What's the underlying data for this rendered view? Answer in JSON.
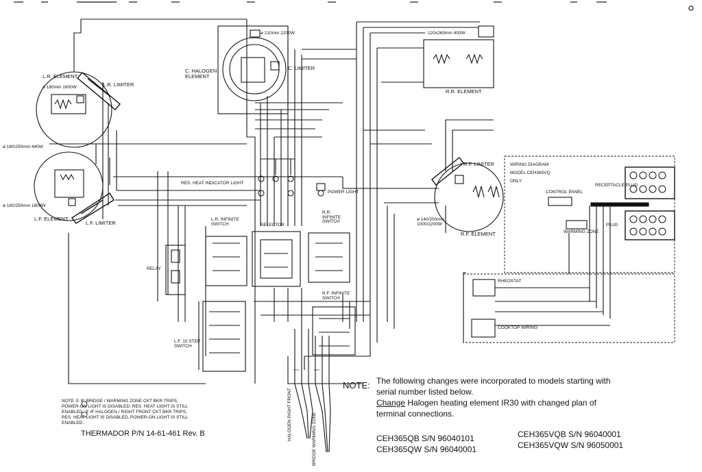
{
  "diagram": {
    "labels": {
      "lr_element": "L.R. ELEMENT",
      "lr_limiter": "L.R. LIMITER",
      "lr_rating": "ø 180mm 1800W",
      "c_halogen": "C. HALOGEN ELEMENT",
      "c_limiter": "C. LIMITER",
      "c_rating": "ø 210mm 2200W",
      "rr_element": "R.R. ELEMENT",
      "rr_rating": "120x260mm 400W",
      "lf_element": "L.F. ELEMENT",
      "lf_limiter": "L.F. LIMITER",
      "lf_rating": "ø 180/250mm 1800W",
      "lr_inner": "ø 180/250mm 440W",
      "rf_limiter": "R.F. LIMITER",
      "rf_element": "R.F. ELEMENT",
      "rf_rating": "ø 140/200mm 1000/2200W",
      "res_heat": "RES. HEAT INDICATOR LIGHT",
      "power_light": "POWER LIGHT",
      "rr_infinite": "R.R. INFINITE SWITCH",
      "lr_infinite": "L.R. INFINITE SWITCH",
      "selector": "SELECTOR",
      "relay": "RELAY",
      "lf_switch": "L.F. 10 STEP SWITCH",
      "rf_infinite": "R.F. INFINITE SWITCH",
      "halogen_rf": "HALOGEN RIGHT FRONT",
      "bridge_warming": "BRIDGE WARMING ZONE",
      "wd_title": "WIRING DIAGRAM",
      "wd_model": "MODEL CEH365VQ",
      "wd_only": "ONLY",
      "control_panel": "CONTROL PANEL",
      "warming_zone": "WARMING ZONE",
      "receptacle": "RECEPTACLE PLUG",
      "plug": "PLUG",
      "rheostat": "RHEOSTAT",
      "cooktop": "COOKTOP WIRING"
    },
    "footnote": "NOTE ① IF BRIDGE / WARMING ZONE CKT BKR TRIPS, POWER-ON LIGHT IS DISABLED, RES. HEAT LIGHT IS STILL ENABLED. ② IF HALOGEN / RIGHT FRONT CKT BKR TRIPS, RES. HEAT LIGHT IS DISABLED, POWER-ON LIGHT IS STILL ENABLED.",
    "part_number": "THERMADOR P/N 14-61-461 Rev. B",
    "note": {
      "heading": "NOTE:",
      "line1": "The following changes were incorporated to models starting with",
      "line2": "serial number listed below.",
      "line3_underlined": "Change",
      "line3_rest": " Halogen heating element IR30 with changed plan of",
      "line4": "terminal connections."
    },
    "models": [
      "CEH365QB S/N 96040101",
      "CEH365QW S/N 96040001",
      "CEH365VQB S/N 96040001",
      "CEH365VQW S/N 96050001"
    ]
  }
}
